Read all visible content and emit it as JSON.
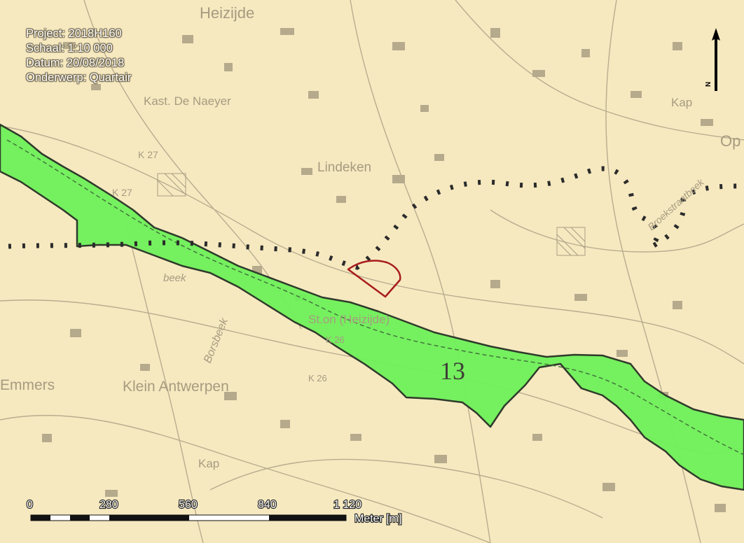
{
  "map": {
    "info": {
      "project": "Project: 2018H160",
      "scale": "Schaal: 1:10 000",
      "date": "Datum: 20/08/2018",
      "subject": "Onderwerp: Quartair"
    },
    "places": [
      "Heizijde",
      "Kast. De Naeyer",
      "Lindeken",
      "K 27",
      "K 27",
      "Kap",
      "Op",
      "beek",
      "Borsbeek",
      "St.on (Heizijde)",
      "K 26",
      "K 26",
      "Emmers",
      "Klein Antwerpen",
      "Kap",
      "Broekstraatbeek"
    ],
    "zone_label": "13",
    "scalebar": {
      "ticks": [
        "0",
        "280",
        "560",
        "840",
        "1 120"
      ],
      "unit": "Meter [m]"
    },
    "north_arrow": "N",
    "colors": {
      "background": "#f6e9c0",
      "topo": "#b6aa8c",
      "quaternary_zone": "#6ef05a",
      "zone_outline": "#2f3a2a",
      "study_area": "#a81c1c",
      "dotted_boundary": "#2b2b2b"
    }
  }
}
